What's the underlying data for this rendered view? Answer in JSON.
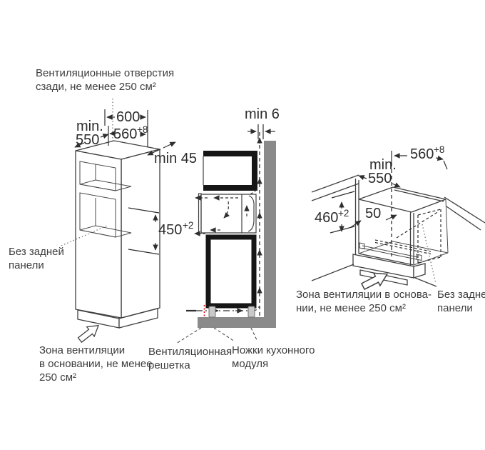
{
  "colors": {
    "line": "#3f3f3f",
    "thick_black": "#161616",
    "wall_gray": "#8a8a8a",
    "leg_gray": "#c9c9c9",
    "grille_red": "#e30613",
    "text": "#3d3d3d"
  },
  "drawings": {
    "tall_cabinet": {
      "note_line1": "Вентиляционные отверстия",
      "note_line2": "сзади, не менее 250 см²",
      "dim_min": "min.",
      "dim_depth": "550",
      "dim_width_outer": "600",
      "dim_width_inner": "560",
      "dim_width_inner_sup": "+8",
      "dim_top_clearance": "min 45",
      "dim_niche_height": "450",
      "dim_niche_height_sup": "+2",
      "label_no_back_line1": "Без задней",
      "label_no_back_line2": "панели",
      "label_vent_zone_line1": "Зона вентиляции",
      "label_vent_zone_line2": "в основании, не менее",
      "label_vent_zone_line3": "250 см²"
    },
    "cross_section": {
      "dim_wall_gap": "min 6",
      "label_grille_line1": "Вентиляционная",
      "label_grille_line2": "решетка",
      "label_feet_line1": "Ножки кухонного",
      "label_feet_line2": "модуля"
    },
    "base_cabinet": {
      "dim_width_inner": "560",
      "dim_width_inner_sup": "+8",
      "dim_min": "min.",
      "dim_depth": "550",
      "dim_niche_height": "460",
      "dim_niche_height_sup": "+2",
      "dim_rail_offset": "50",
      "label_vent_zone_line1": "Зона вентиляции в основа-",
      "label_vent_zone_line2": "нии, не менее 250 см²",
      "label_no_back_line1": "Без задней",
      "label_no_back_line2": "панели"
    }
  }
}
